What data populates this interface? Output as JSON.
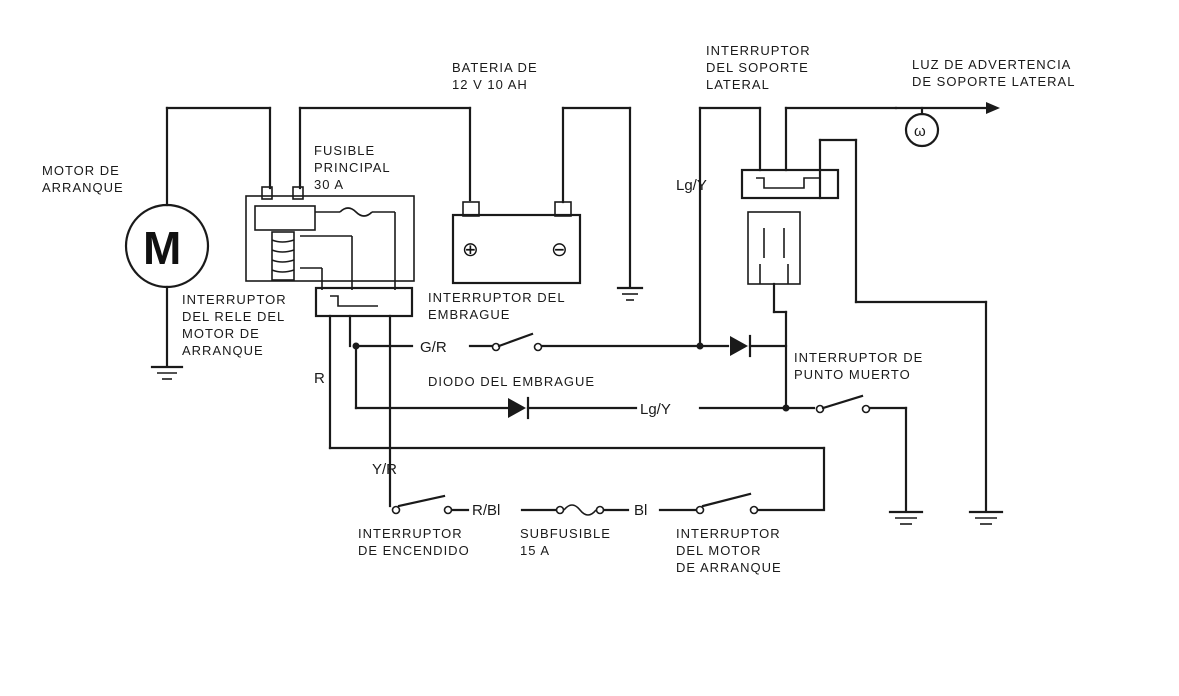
{
  "labels": {
    "motor_arranque": [
      "MOTOR DE",
      "ARRANQUE"
    ],
    "motor_symbol": "M",
    "fusible_principal": [
      "FUSIBLE",
      "PRINCIPAL",
      "30 A"
    ],
    "bateria": [
      "BATERIA DE",
      "12 V 10 AH"
    ],
    "int_soporte_lateral": [
      "INTERRUPTOR",
      "DEL SOPORTE",
      "LATERAL"
    ],
    "luz_advertencia": [
      "LUZ DE ADVERTENCIA",
      "DE SOPORTE LATERAL"
    ],
    "int_rele": [
      "INTERRUPTOR",
      "DEL RELE DEL",
      "MOTOR  DE",
      "ARRANQUE"
    ],
    "int_embrague": [
      "INTERRUPTOR DEL",
      "EMBRAGUE"
    ],
    "int_punto_muerto": [
      "INTERRUPTOR DE",
      "PUNTO MUERTO"
    ],
    "diodo_embrague": "DIODO DEL EMBRAGUE",
    "int_encendido": [
      "INTERRUPTOR",
      "DE ENCENDIDO"
    ],
    "subfusible": [
      "SUBFUSIBLE",
      "15 A"
    ],
    "int_motor_arranque": [
      "INTERRUPTOR",
      "DEL MOTOR",
      "DE ARRANQUE"
    ]
  },
  "wire_colors": {
    "lgy_top": "Lg/Y",
    "gr": "G/R",
    "lgy_mid": "Lg/Y",
    "r": "R",
    "yr": "Y/R",
    "rbl": "R/Bl",
    "bl": "Bl"
  },
  "battery_symbols": {
    "plus": "⊕",
    "minus": "⊖"
  },
  "lamp_symbol": "ω"
}
